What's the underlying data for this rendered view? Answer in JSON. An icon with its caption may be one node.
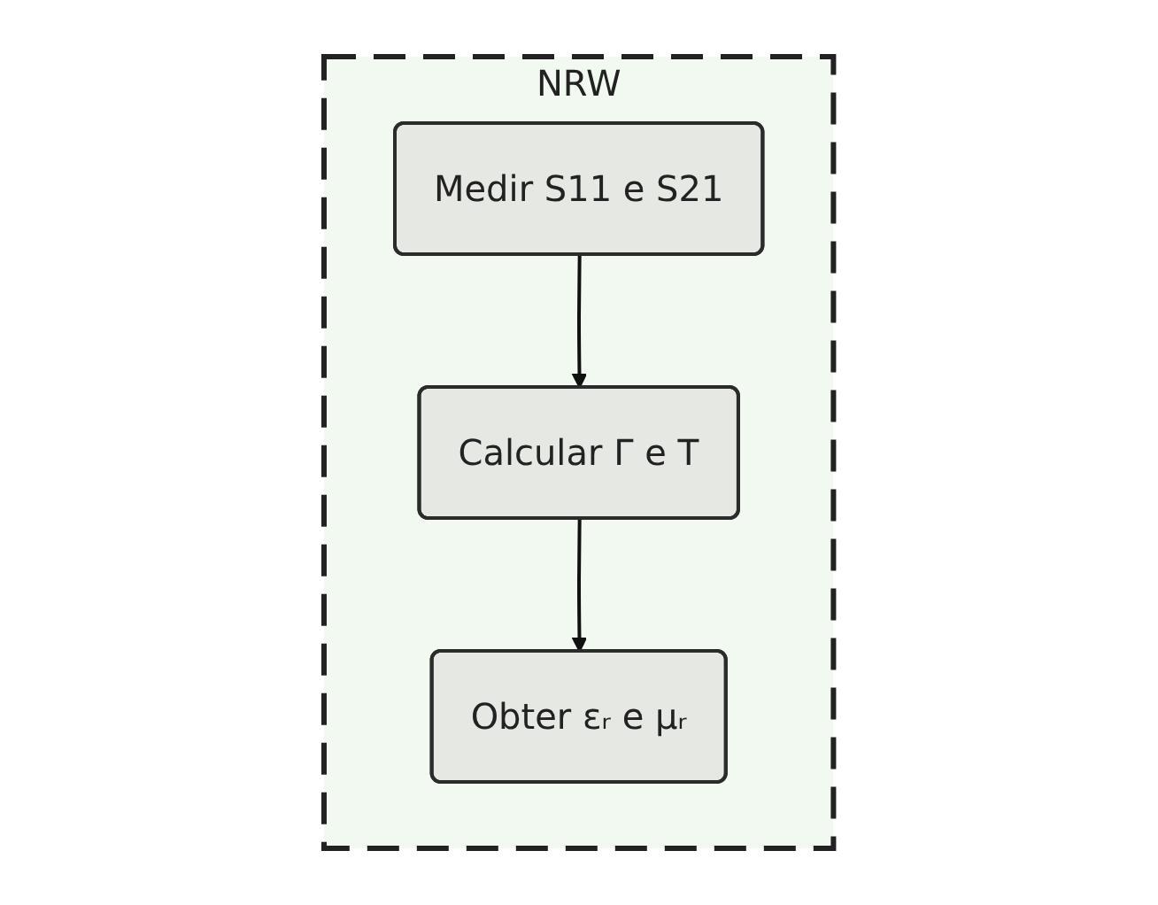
{
  "diagram": {
    "nodes": [
      {
        "text": [
          "NRW"
        ]
      },
      {
        "text": [
          "Medir S11 e S21"
        ],
        "in": 0
      },
      {
        "text": [
          "Calcular Γ e T"
        ],
        "in": 0
      },
      {
        "text": [
          "Obter εᵣ e μᵣ"
        ],
        "in": 0
      }
    ],
    "edges": [
      {
        "from": 1,
        "to": 2,
        "arrow": "to"
      },
      {
        "from": 2,
        "to": 3,
        "arrow": "to"
      }
    ]
  }
}
